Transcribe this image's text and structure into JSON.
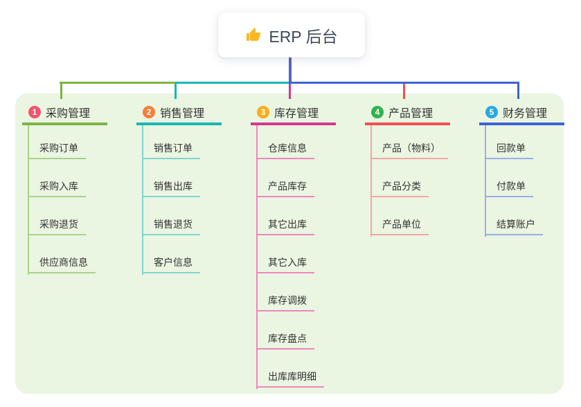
{
  "root": {
    "icon": "thumbs-up 👍",
    "title": "ERP 后台"
  },
  "colors": {
    "canvas_panel": "#eaf5e2",
    "root_connector": "#5566c4",
    "branch_1_line": "#7cb342",
    "branch_1_sub_line": "#a9d287",
    "branch_1_badge": "#f4516c",
    "branch_2_line": "#16b8b1",
    "branch_2_sub_line": "#7fd6ce",
    "branch_2_badge": "#f87e3b",
    "branch_3_line": "#d63690",
    "branch_3_sub_line": "#f084c0",
    "branch_3_badge": "#fbad1b",
    "branch_4_line": "#f14f4f",
    "branch_4_sub_line": "#f6a5a2",
    "branch_4_badge": "#2fb350",
    "branch_5_line": "#3b63d3",
    "branch_5_sub_line": "#9aaee6",
    "branch_5_badge": "#29a8e0",
    "text": "#333333"
  },
  "branches": [
    {
      "badge": "1",
      "label": "采购管理",
      "items": [
        "采购订单",
        "采购入库",
        "采购退货",
        "供应商信息"
      ]
    },
    {
      "badge": "2",
      "label": "销售管理",
      "items": [
        "销售订单",
        "销售出库",
        "销售退货",
        "客户信息"
      ]
    },
    {
      "badge": "3",
      "label": "库存管理",
      "items": [
        "仓库信息",
        "产品库存",
        "其它出库",
        "其它入库",
        "库存调拨",
        "库存盘点",
        "出库库明细"
      ]
    },
    {
      "badge": "4",
      "label": "产品管理",
      "items": [
        "产品（物料）",
        "产品分类",
        "产品单位"
      ]
    },
    {
      "badge": "5",
      "label": "财务管理",
      "items": [
        "回款单",
        "付款单",
        "结算账户"
      ]
    }
  ]
}
